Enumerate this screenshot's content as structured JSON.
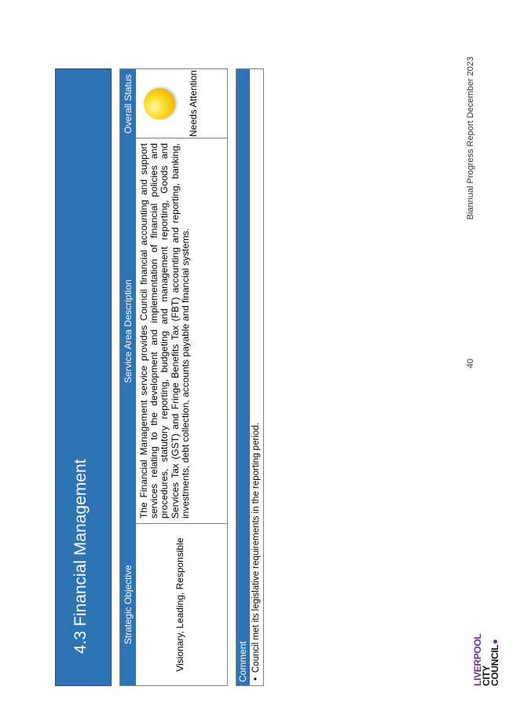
{
  "page": {
    "title": "4.3 Financial Management",
    "page_number": "40",
    "footer": "Biannual Progress Report December 2023"
  },
  "service_table": {
    "headers": {
      "objective": "Strategic Objective",
      "description": "Service Area Description",
      "status": "Overall Status"
    },
    "row": {
      "objective": "Visionary, Leading, Responsible",
      "description": "The Financial Management service provides Council financial accounting and support services relating to the development and implementation of financial policies and procedures, statutory reporting, budgeting and management reporting, Goods and Services Tax (GST) and Fringe Benefits Tax (FBT) accounting and reporting, banking, investments, debt collection, accounts payable and financial systems.",
      "status_label": "Needs Attention",
      "status_icon": "yellow-status-light-icon",
      "status_color": "#f4b400"
    }
  },
  "comment": {
    "header": "Comment",
    "items": [
      "Council met its legislative requirements in the reporting period."
    ]
  },
  "logo": {
    "line1": "LIVERPOOL",
    "line2": "CITY",
    "line3": "COUNCIL"
  },
  "colors": {
    "header_blue": "#2e74b5",
    "border_grey": "#7f7f7f",
    "logo_purple": "#6b2d91"
  }
}
